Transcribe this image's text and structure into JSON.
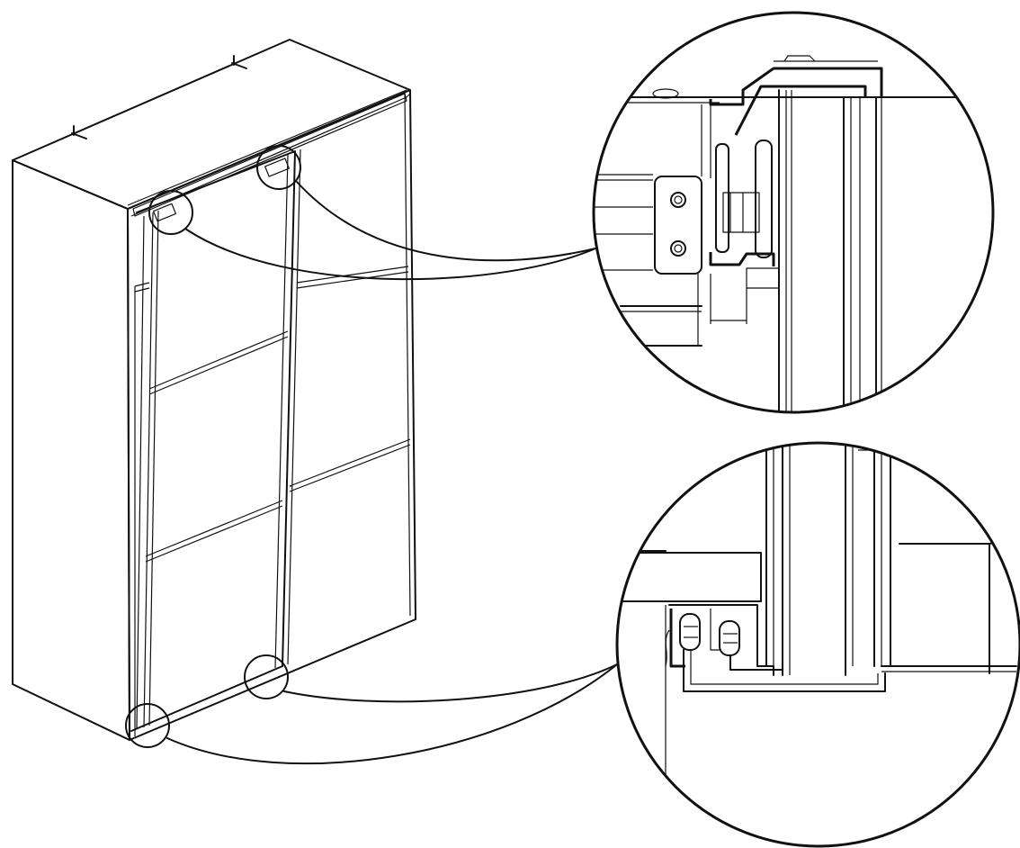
{
  "diagram": {
    "kind": "assembly-instruction",
    "subject": "sliding-door-wardrobe",
    "detail_views": [
      "top-track-roller-detail",
      "bottom-guide-detail"
    ],
    "colors": {
      "line": "#111111",
      "background": "#ffffff"
    }
  }
}
